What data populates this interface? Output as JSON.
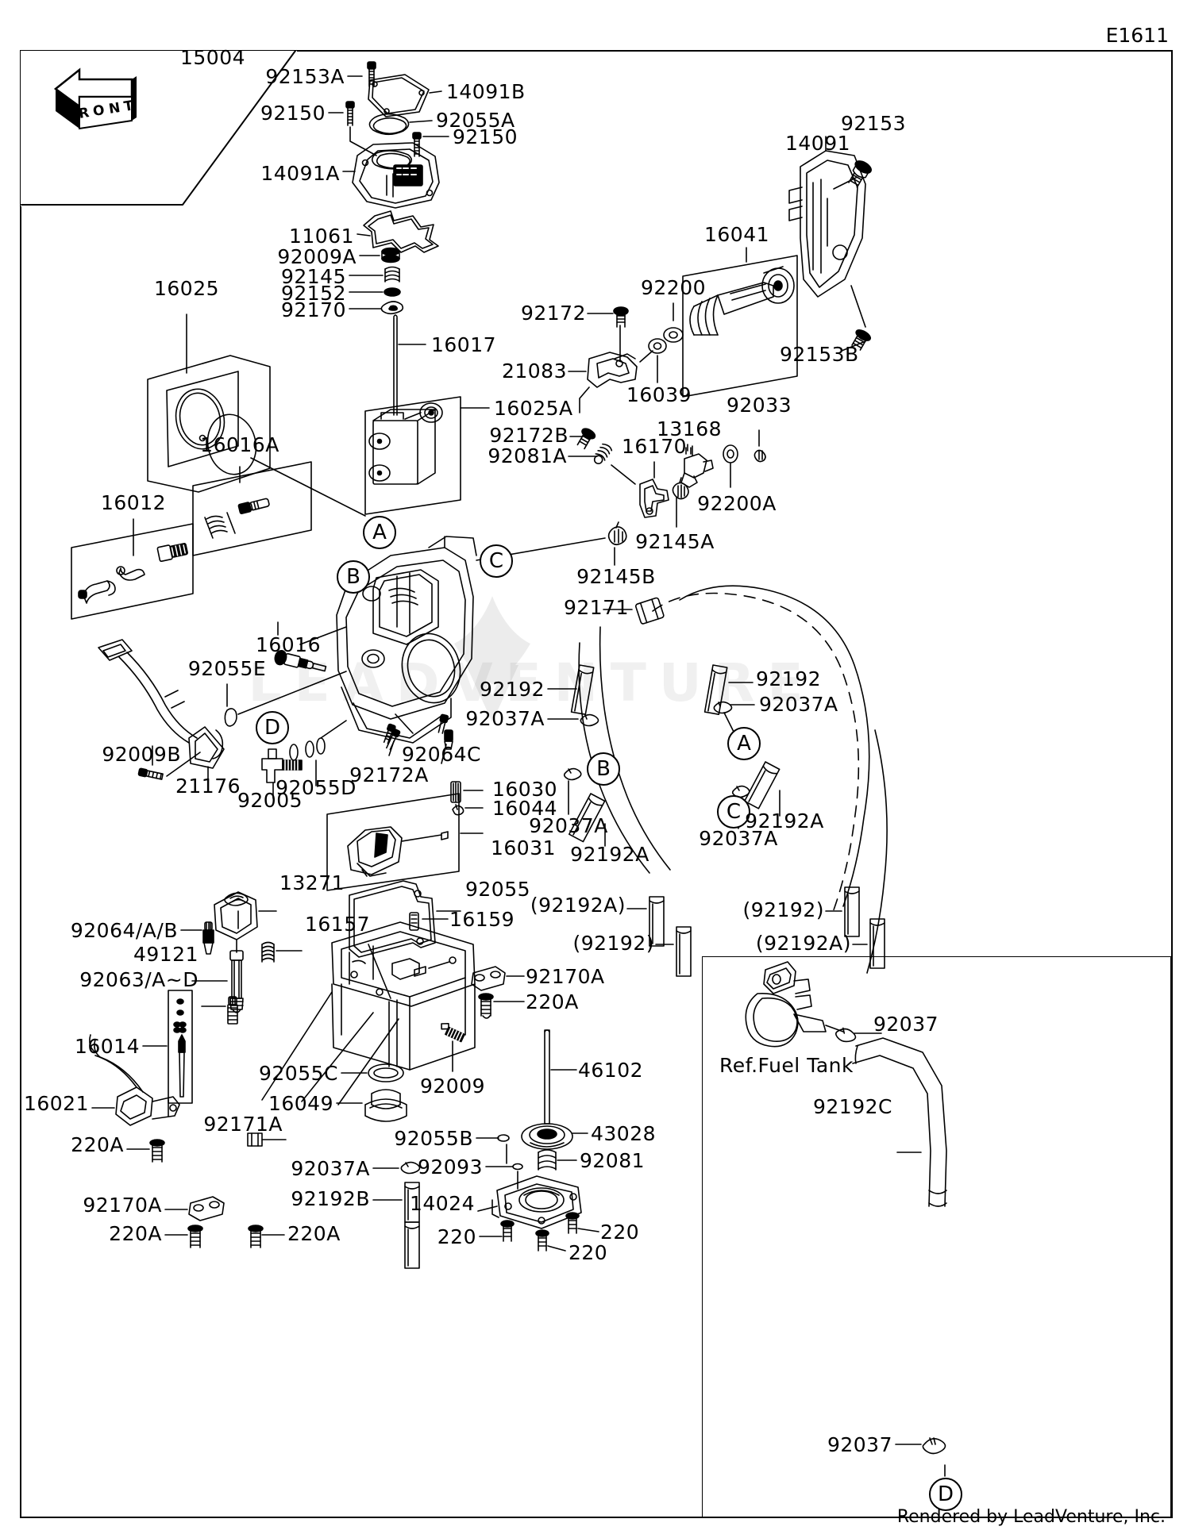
{
  "diagram": {
    "code": "E1611",
    "credit": "Rendered by LeadVenture, Inc.",
    "front_marker": "FRONT",
    "watermark": "LEADVENTURE",
    "reference_note": "Ref.Fuel Tank"
  },
  "callouts": {
    "c_15004": "15004",
    "c_92153A": "92153A",
    "c_14091B": "14091B",
    "c_92150_left": "92150",
    "c_92055A": "92055A",
    "c_92150_right": "92150",
    "c_14091A": "14091A",
    "c_11061": "11061",
    "c_92009A": "92009A",
    "c_92145": "92145",
    "c_92152": "92152",
    "c_92170": "92170",
    "c_16025": "16025",
    "c_16017": "16017",
    "c_16025A": "16025A",
    "c_16016A": "16016A",
    "c_16012": "16012",
    "c_16016": "16016",
    "c_92055E": "92055E",
    "c_92009B": "92009B",
    "c_21176": "21176",
    "c_92005": "92005",
    "c_92055D": "92055D",
    "c_92172A": "92172A",
    "c_92064C": "92064C",
    "c_16014": "16014",
    "c_13271": "13271",
    "c_92064AB": "92064/A/B",
    "c_16157": "16157",
    "c_49121": "49121",
    "c_92063AD": "92063/A~D",
    "c_16021": "16021",
    "c_220A_l1": "220A",
    "c_92170A_l": "92170A",
    "c_220A_l2": "220A",
    "c_220A_l3": "220A",
    "c_92171A": "92171A",
    "c_92037A_b": "92037A",
    "c_92192B": "92192B",
    "c_92055C": "92055C",
    "c_16049": "16049",
    "c_92009_b": "92009",
    "c_92055": "92055",
    "c_16159": "16159",
    "c_92170A_r": "92170A",
    "c_220A_r": "220A",
    "c_46102": "46102",
    "c_43028": "43028",
    "c_92055B": "92055B",
    "c_92081": "92081",
    "c_92093": "92093",
    "c_14024": "14024",
    "c_220_a": "220",
    "c_220_b": "220",
    "c_220_c": "220",
    "c_14091": "14091",
    "c_92153": "92153",
    "c_16041": "16041",
    "c_92153B": "92153B",
    "c_92200": "92200",
    "c_92172": "92172",
    "c_21083": "21083",
    "c_16039": "16039",
    "c_92033": "92033",
    "c_92172B": "92172B",
    "c_92081A": "92081A",
    "c_16170": "16170",
    "c_13168": "13168",
    "c_92200A": "92200A",
    "c_92145A": "92145A",
    "c_92145B": "92145B",
    "c_92171": "92171",
    "c_92192_m": "92192",
    "c_92192_r": "92192",
    "c_92037A_m": "92037A",
    "c_92037A_r": "92037A",
    "c_16030": "16030",
    "c_16044": "16044",
    "c_92037A_c": "92037A",
    "c_16031": "16031",
    "c_92192A_m": "92192A",
    "c_92192A_r": "92192A",
    "c_92037A_r2": "92037A",
    "c_92192A_p1": "(92192A)",
    "c_92192_p1": "(92192)",
    "c_92192_p2": "(92192)",
    "c_92192A_p2": "(92192A)",
    "c_92037_ins": "92037",
    "c_92192C": "92192C",
    "c_92037_ins2": "92037"
  },
  "ref_letters": {
    "a_main": "A",
    "b_main": "B",
    "c_main": "C",
    "d_main": "D",
    "a_hose": "A",
    "b_hose": "B",
    "c_hose": "C",
    "d_inset": "D"
  },
  "colors": {
    "line": "#000000",
    "paper": "#ffffff",
    "watermark": "#f0f0f0"
  }
}
